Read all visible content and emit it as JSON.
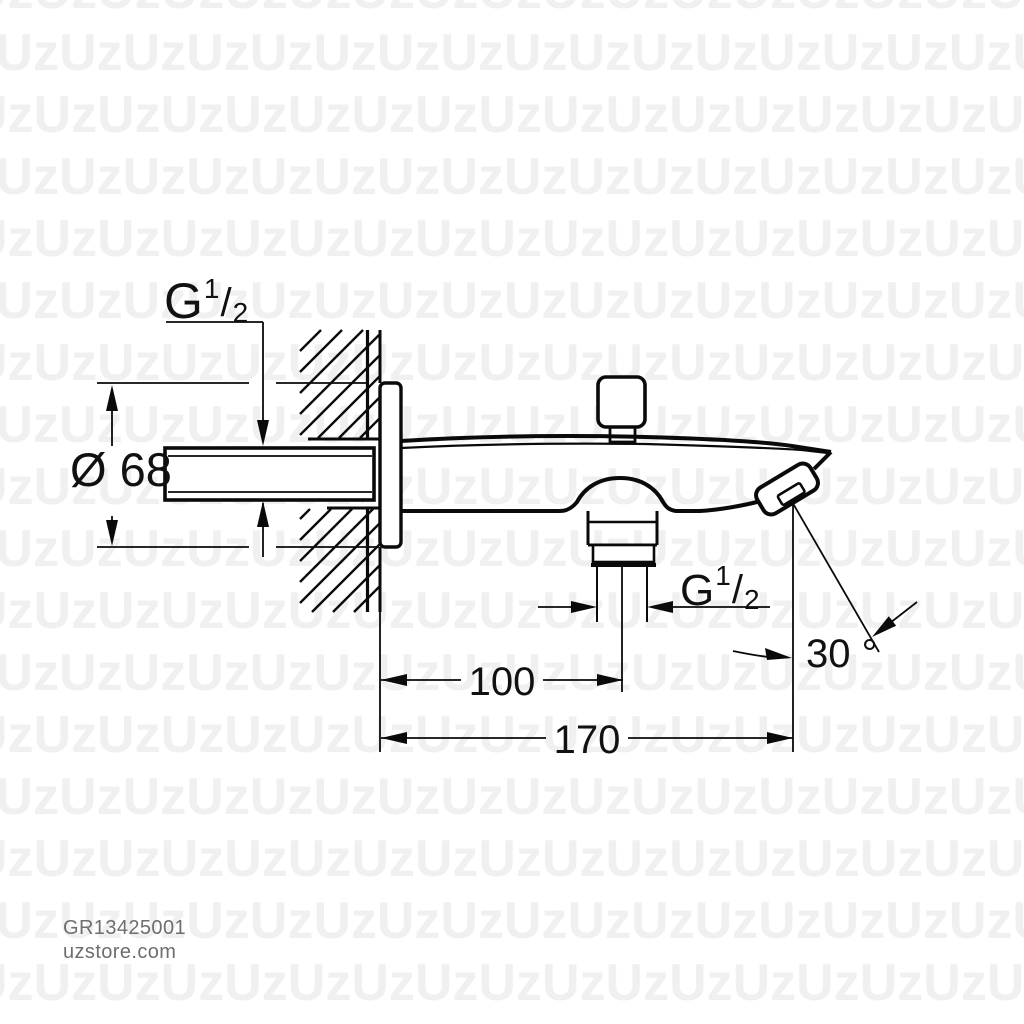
{
  "page": {
    "background": "#ffffff",
    "line_color": "#0a0a0a"
  },
  "watermark": {
    "tile_text": "Uz",
    "color": "#f0f0f0"
  },
  "labels": {
    "inlet_thread": {
      "prefix": "G",
      "num": "1",
      "slash": "/",
      "den": "2"
    },
    "shower_thread": {
      "prefix": "G",
      "num": "1",
      "slash": "/",
      "den": "2"
    },
    "flange_diameter": "Ø 68",
    "wall_to_shower_outlet": "100",
    "wall_to_spout_tip": "170",
    "spout_angle": "30 °"
  },
  "footer": {
    "product_code": "GR13425001",
    "website": "uzstore.com"
  }
}
